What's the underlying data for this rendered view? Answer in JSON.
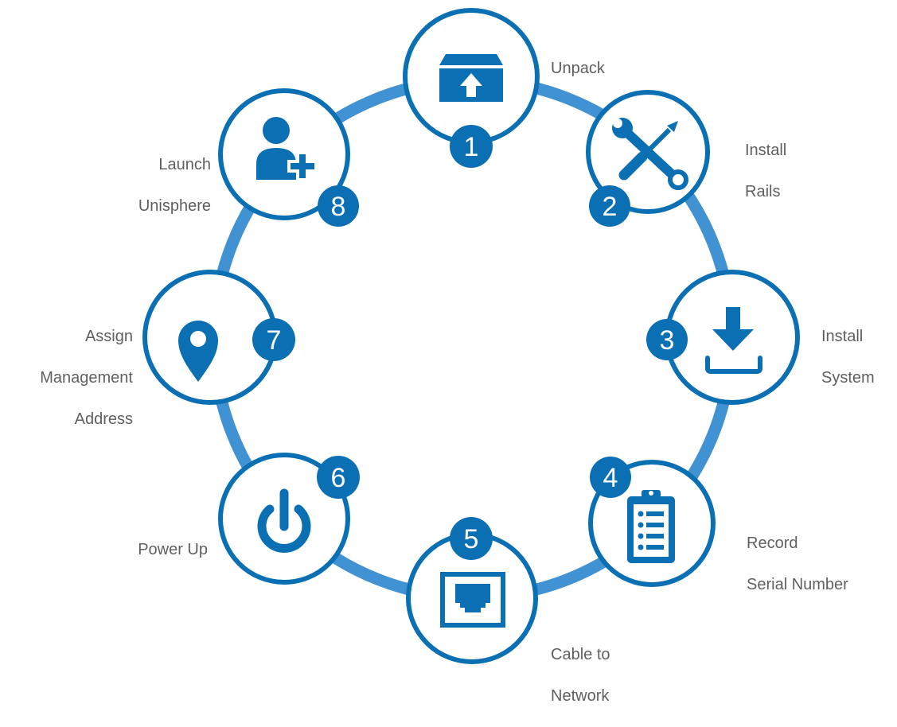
{
  "colors": {
    "ring": "#4192d2",
    "primary": "#0a6fb3",
    "label": "#5f5f5f",
    "background": "#ffffff"
  },
  "steps": [
    {
      "number": "1",
      "icon": "box-upload-icon",
      "label_lines": [
        "Unpack"
      ]
    },
    {
      "number": "2",
      "icon": "wrench-screwdriver-icon",
      "label_lines": [
        "Install",
        "Rails"
      ]
    },
    {
      "number": "3",
      "icon": "download-icon",
      "label_lines": [
        "Install",
        "System"
      ]
    },
    {
      "number": "4",
      "icon": "clipboard-list-icon",
      "label_lines": [
        "Record",
        "Serial Number"
      ]
    },
    {
      "number": "5",
      "icon": "ethernet-port-icon",
      "label_lines": [
        "Cable to",
        "Network"
      ]
    },
    {
      "number": "6",
      "icon": "power-icon",
      "label_lines": [
        "Power Up"
      ]
    },
    {
      "number": "7",
      "icon": "map-pin-icon",
      "label_lines": [
        "Assign",
        "Management",
        "Address"
      ]
    },
    {
      "number": "8",
      "icon": "add-user-icon",
      "label_lines": [
        "Launch",
        "Unisphere"
      ]
    }
  ]
}
